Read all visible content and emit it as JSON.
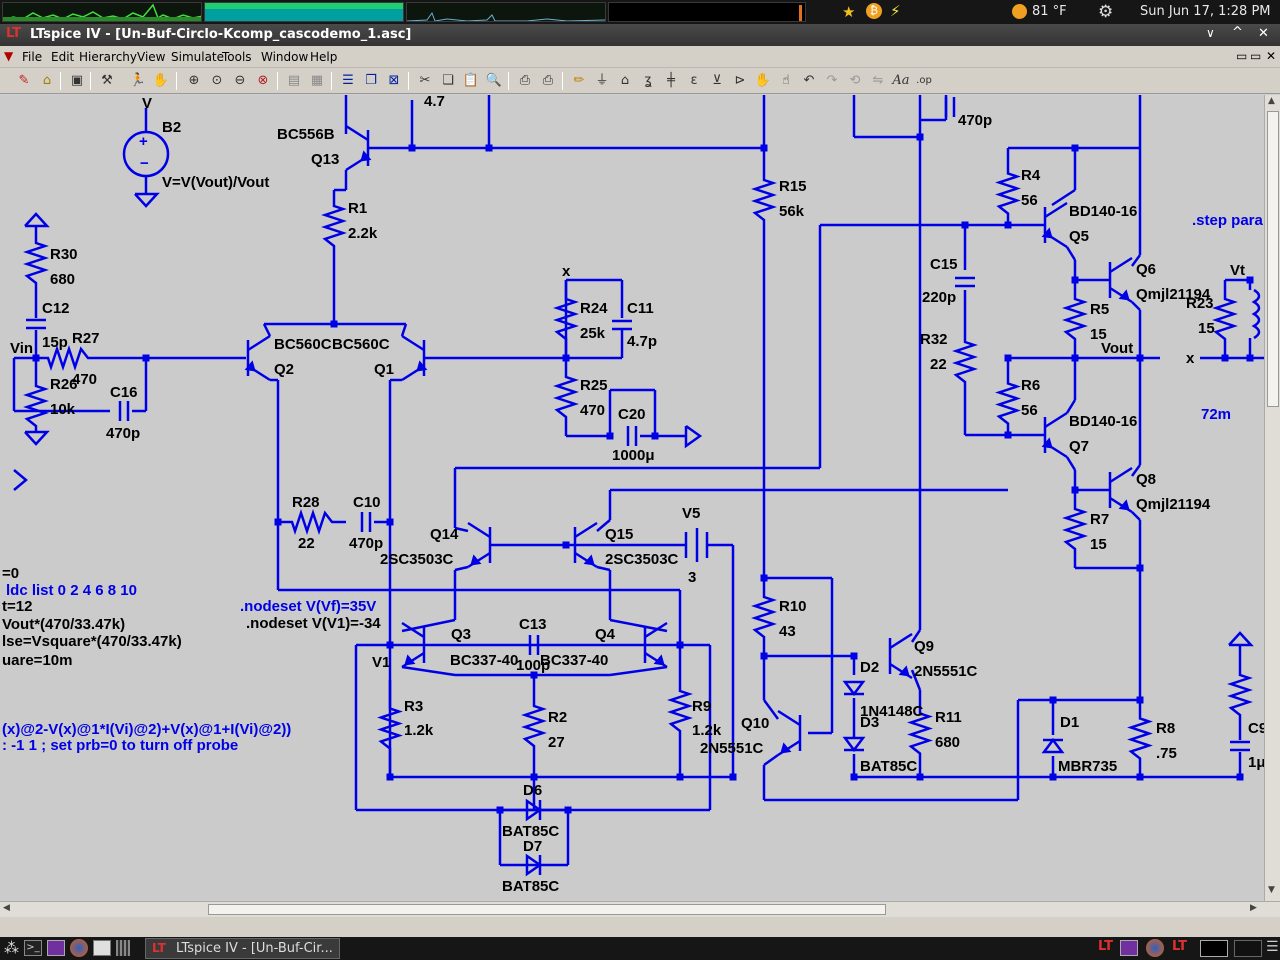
{
  "topbar": {
    "weather": "81 °F",
    "datetime": "Sun Jun 17,  1:28 PM"
  },
  "window": {
    "title": "LTspice IV - [Un-Buf-Circlo-Kcomp_cascodemo_1.asc]"
  },
  "menu": [
    "File",
    "Edit",
    "Hierarchy",
    "View",
    "Simulate",
    "Tools",
    "Window",
    "Help"
  ],
  "toolbar_icons": [
    "new-schematic",
    "open",
    "save",
    "control-panel",
    "run",
    "halt",
    "zoom-in",
    "zoom-pan",
    "zoom-out",
    "zoom-fit",
    "autorange",
    "tile",
    "cascade",
    "close-windows",
    "cut",
    "copy",
    "paste",
    "find",
    "print-setup",
    "print",
    "draw-wire",
    "ground",
    "label-net",
    "resistor",
    "capacitor",
    "inductor",
    "diode",
    "component",
    "move",
    "drag",
    "undo",
    "redo",
    "rotate",
    "mirror",
    "text",
    "spice-directive"
  ],
  "taskbar": {
    "window_button": "LTspice IV - [Un-Buf-Cir..."
  },
  "schematic": {
    "labels": [
      "B2",
      "V=V(Vout)/Vout",
      "V",
      "BC556B",
      "Q13",
      "R1",
      "2.2k",
      "4.7",
      "R30",
      "680",
      "C12",
      "15p",
      "R27",
      "470",
      "Vin",
      "R26",
      "10k",
      "C16",
      "470p",
      "BC560C",
      "BC560C",
      "Q2",
      "Q1",
      "R24",
      "25k",
      "C11",
      "4.7p",
      "x",
      "R25",
      "470",
      "C20",
      "1000μ",
      "R28",
      "22",
      "C10",
      "470p",
      "Q14",
      "2SC3503C",
      "Q15",
      "2SC3503C",
      "V5",
      "3",
      "Q3",
      "C13",
      "100p",
      "Q4",
      "BC337-40",
      "BC337-40",
      "R3",
      "1.2k",
      "R2",
      "27",
      "R9",
      "1.2k",
      "D6",
      "BAT85C",
      "D7",
      "BAT85C",
      "R15",
      "56k",
      "R10",
      "43",
      "Q10",
      "2N5551C",
      "Q9",
      "2N5551C",
      "D2",
      "1N4148C",
      "D3",
      "BAT85C",
      "R11",
      "680",
      "470p",
      "C15",
      "220p",
      "R32",
      "22",
      "R4",
      "56",
      "BD140-16",
      "Q5",
      "R5",
      "15",
      "Q6",
      "Qmjl21194",
      "R6",
      "56",
      "BD140-16",
      "Q7",
      "R7",
      "15",
      "Q8",
      "Qmjl21194",
      "Vout",
      "D1",
      "MBR735",
      "R8",
      ".75",
      ".step para",
      "Vt",
      "R23",
      "15",
      "x",
      "72m",
      "C9",
      "1μ",
      "V1"
    ],
    "directives": [
      ".nodeset V(Vf)=35V",
      ".nodeset V(V1)=-34",
      "=0",
      "ldc list 0 2 4 6 8 10",
      "t=12",
      "Vout*(470/33.47k)",
      "lse=Vsquare*(470/33.47k)",
      "uare=10m",
      "(x)@2-V(x)@1*I(Vi)@2)+V(x)@1+I(Vi)@2))",
      ": -1 1 ; set prb=0 to turn off probe"
    ]
  },
  "colors": {
    "wire": "#0000e6",
    "component": "#0000e6",
    "text": "#000000",
    "directive": "#0000e6",
    "background": "#cbcbcb"
  }
}
